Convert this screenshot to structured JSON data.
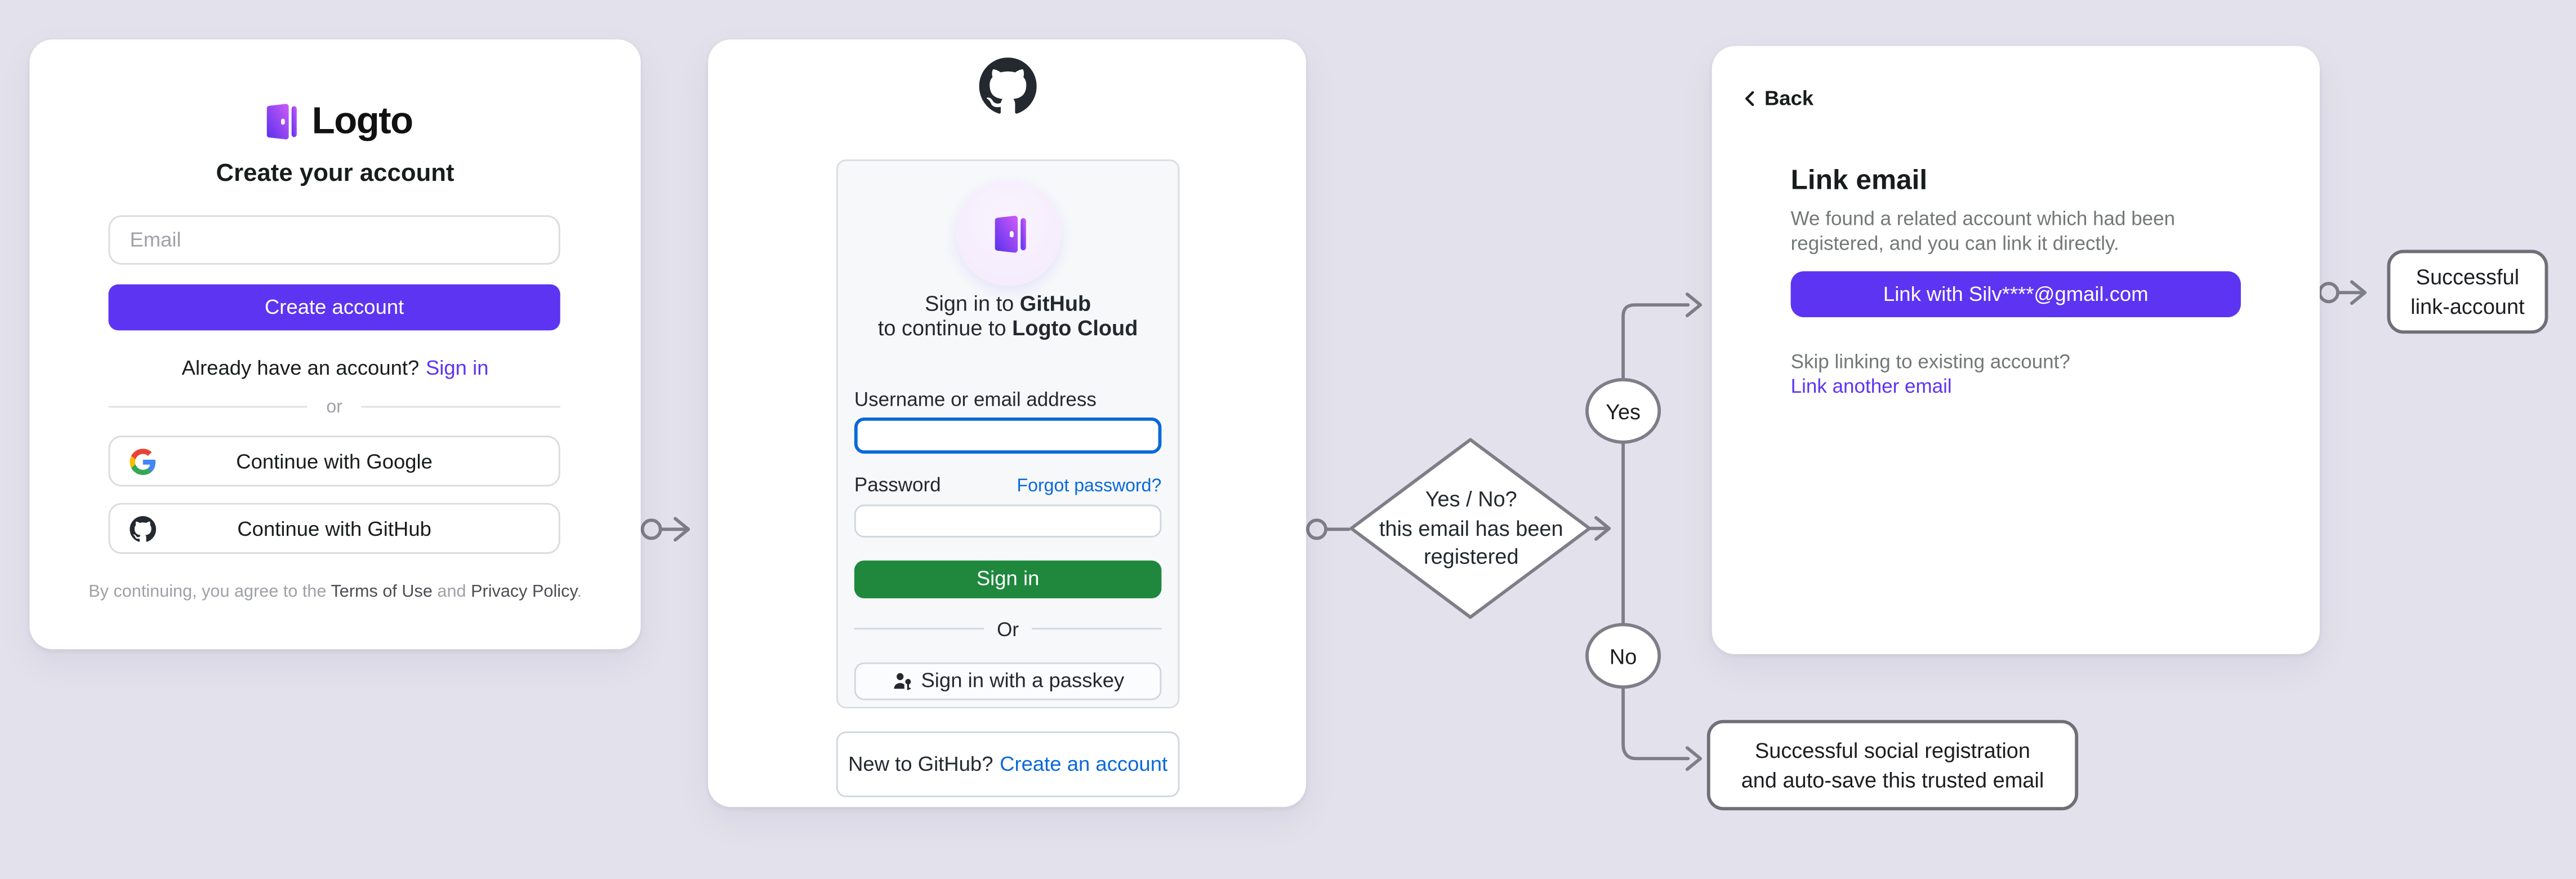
{
  "colors": {
    "background": "#e3e1ec",
    "logto_purple": "#5d34f2",
    "github_green": "#1f883d",
    "github_blue": "#0969da",
    "flow_gray": "#7e7e88"
  },
  "signup_card": {
    "brand": "Logto",
    "title": "Create your account",
    "email_placeholder": "Email",
    "create_button": "Create account",
    "signin_prompt": "Already have an account?",
    "signin_link": "Sign in",
    "divider": "or",
    "google_button": "Continue with Google",
    "github_button": "Continue with GitHub",
    "terms_prefix": "By continuing, you agree to the ",
    "terms_link": "Terms of Use",
    "terms_and": " and ",
    "privacy_link": "Privacy Policy",
    "terms_suffix": "."
  },
  "github_card": {
    "heading_line1_prefix": "Sign in to ",
    "heading_line1_bold": "GitHub",
    "heading_line2_prefix": "to continue to ",
    "heading_line2_bold": "Logto Cloud",
    "username_label": "Username or email address",
    "password_label": "Password",
    "forgot_link": "Forgot password?",
    "signin_button": "Sign in",
    "divider": "Or",
    "passkey_button": "Sign in with a passkey",
    "new_prompt": "New to GitHub?",
    "create_link": "Create an account"
  },
  "link_card": {
    "back": "Back",
    "title": "Link email",
    "description": "We found a related account which had been registered, and you can link it directly.",
    "link_button": "Link with Silv****@gmail.com",
    "skip_text": "Skip linking to existing account?",
    "skip_link": "Link another email"
  },
  "flow": {
    "decision_line1": "Yes / No?",
    "decision_line2": "this email has been",
    "decision_line3": "registered",
    "yes_label": "Yes",
    "no_label": "No",
    "outcome_link_line1": "Successful",
    "outcome_link_line2": "link-account",
    "outcome_social_line1": "Successful social registration",
    "outcome_social_line2": "and auto-save this trusted email"
  }
}
